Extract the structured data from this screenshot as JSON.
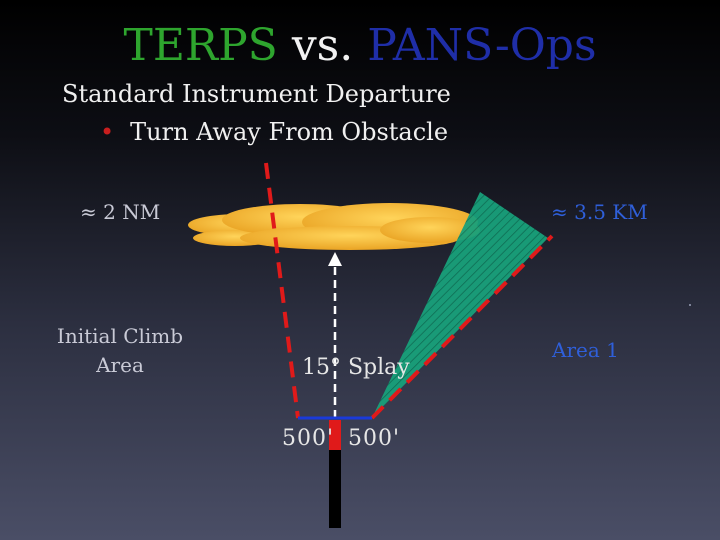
{
  "title": {
    "part1": "TERPS",
    "part2": "vs.",
    "part3": "PANS-Ops"
  },
  "subtitle": "Standard Instrument Departure",
  "bullet": {
    "marker": "•",
    "text": "Turn Away From Obstacle"
  },
  "labels": {
    "distance_nm": "≈ 2 NM",
    "distance_km": "≈ 3.5 KM",
    "initial_climb": "Initial Climb Area",
    "area1": "Area 1",
    "splay": "15° Splay",
    "width_left": "500'",
    "width_right": "500'"
  },
  "colors": {
    "title_terps": "#2ea52e",
    "title_pansops": "#1f2ea8",
    "boundary_dashed": "#e01a1a",
    "area1_fill": "#1aa07a",
    "cloud": "#f2b531",
    "runway": "#000000",
    "runway_end": "#e01a1a",
    "baseline": "#1a3ad9"
  },
  "icons": {
    "cloud": "cloud-icon",
    "arrow": "arrow-up-icon"
  }
}
